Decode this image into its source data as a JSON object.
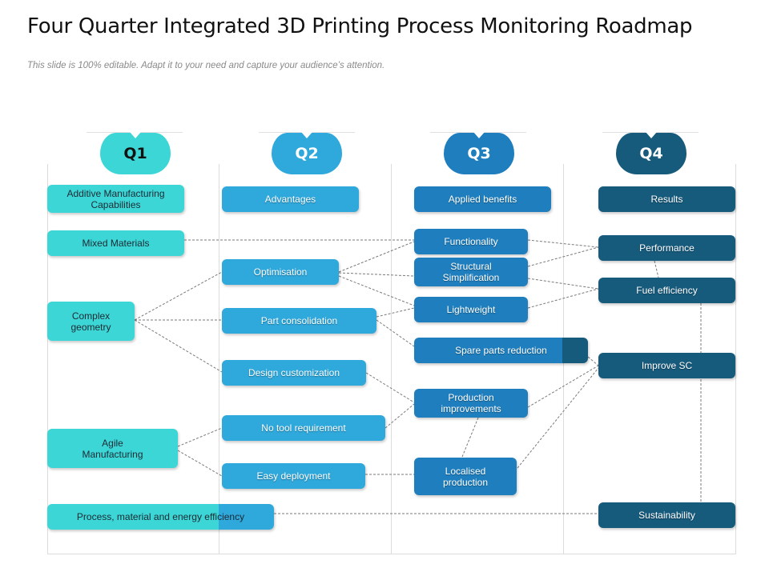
{
  "header": {
    "title": "Four Quarter Integrated 3D Printing Process Monitoring Roadmap",
    "subtitle": "This slide is 100% editable. Adapt it to your need and capture your audience’s attention."
  },
  "colors": {
    "q1": "#3dd6d6",
    "q2": "#2fa8dc",
    "q3": "#1f7ebd",
    "q4": "#165a7c"
  },
  "quarters": [
    {
      "label": "Q1",
      "heading": "Additive Manufacturing Capabilities"
    },
    {
      "label": "Q2",
      "heading": "Advantages"
    },
    {
      "label": "Q3",
      "heading": "Applied benefits"
    },
    {
      "label": "Q4",
      "heading": "Results"
    }
  ],
  "nodes": {
    "mixed_materials": "Mixed Materials",
    "complex_geometry": "Complex geometry",
    "agile_manufacturing": "Agile Manufacturing",
    "process_efficiency": "Process, material and energy efficiency",
    "optimisation": "Optimisation",
    "part_consolidation": "Part consolidation",
    "design_customization": "Design customization",
    "no_tool_requirement": "No tool requirement",
    "easy_deployment": "Easy deployment",
    "functionality": "Functionality",
    "structural_simplification": "Structural Simplification",
    "lightweight": "Lightweight",
    "spare_parts_reduction": "Spare parts reduction",
    "production_improvements": "Production improvements",
    "localised_production": "Localised production",
    "performance": "Performance",
    "fuel_efficiency": "Fuel efficiency",
    "improve_sc": "Improve SC",
    "sustainability": "Sustainability"
  },
  "links": [
    [
      "mixed_materials",
      "functionality"
    ],
    [
      "complex_geometry",
      "optimisation"
    ],
    [
      "complex_geometry",
      "part_consolidation"
    ],
    [
      "complex_geometry",
      "design_customization"
    ],
    [
      "agile_manufacturing",
      "no_tool_requirement"
    ],
    [
      "agile_manufacturing",
      "easy_deployment"
    ],
    [
      "optimisation",
      "functionality"
    ],
    [
      "optimisation",
      "structural_simplification"
    ],
    [
      "optimisation",
      "lightweight"
    ],
    [
      "part_consolidation",
      "lightweight"
    ],
    [
      "part_consolidation",
      "spare_parts_reduction"
    ],
    [
      "design_customization",
      "production_improvements"
    ],
    [
      "no_tool_requirement",
      "production_improvements"
    ],
    [
      "easy_deployment",
      "localised_production"
    ],
    [
      "functionality",
      "performance"
    ],
    [
      "structural_simplification",
      "performance"
    ],
    [
      "structural_simplification",
      "fuel_efficiency"
    ],
    [
      "lightweight",
      "fuel_efficiency"
    ],
    [
      "performance",
      "fuel_efficiency"
    ],
    [
      "spare_parts_reduction",
      "improve_sc"
    ],
    [
      "production_improvements",
      "improve_sc"
    ],
    [
      "localised_production",
      "improve_sc"
    ],
    [
      "production_improvements",
      "localised_production"
    ],
    [
      "fuel_efficiency",
      "sustainability"
    ],
    [
      "process_efficiency",
      "sustainability"
    ]
  ]
}
